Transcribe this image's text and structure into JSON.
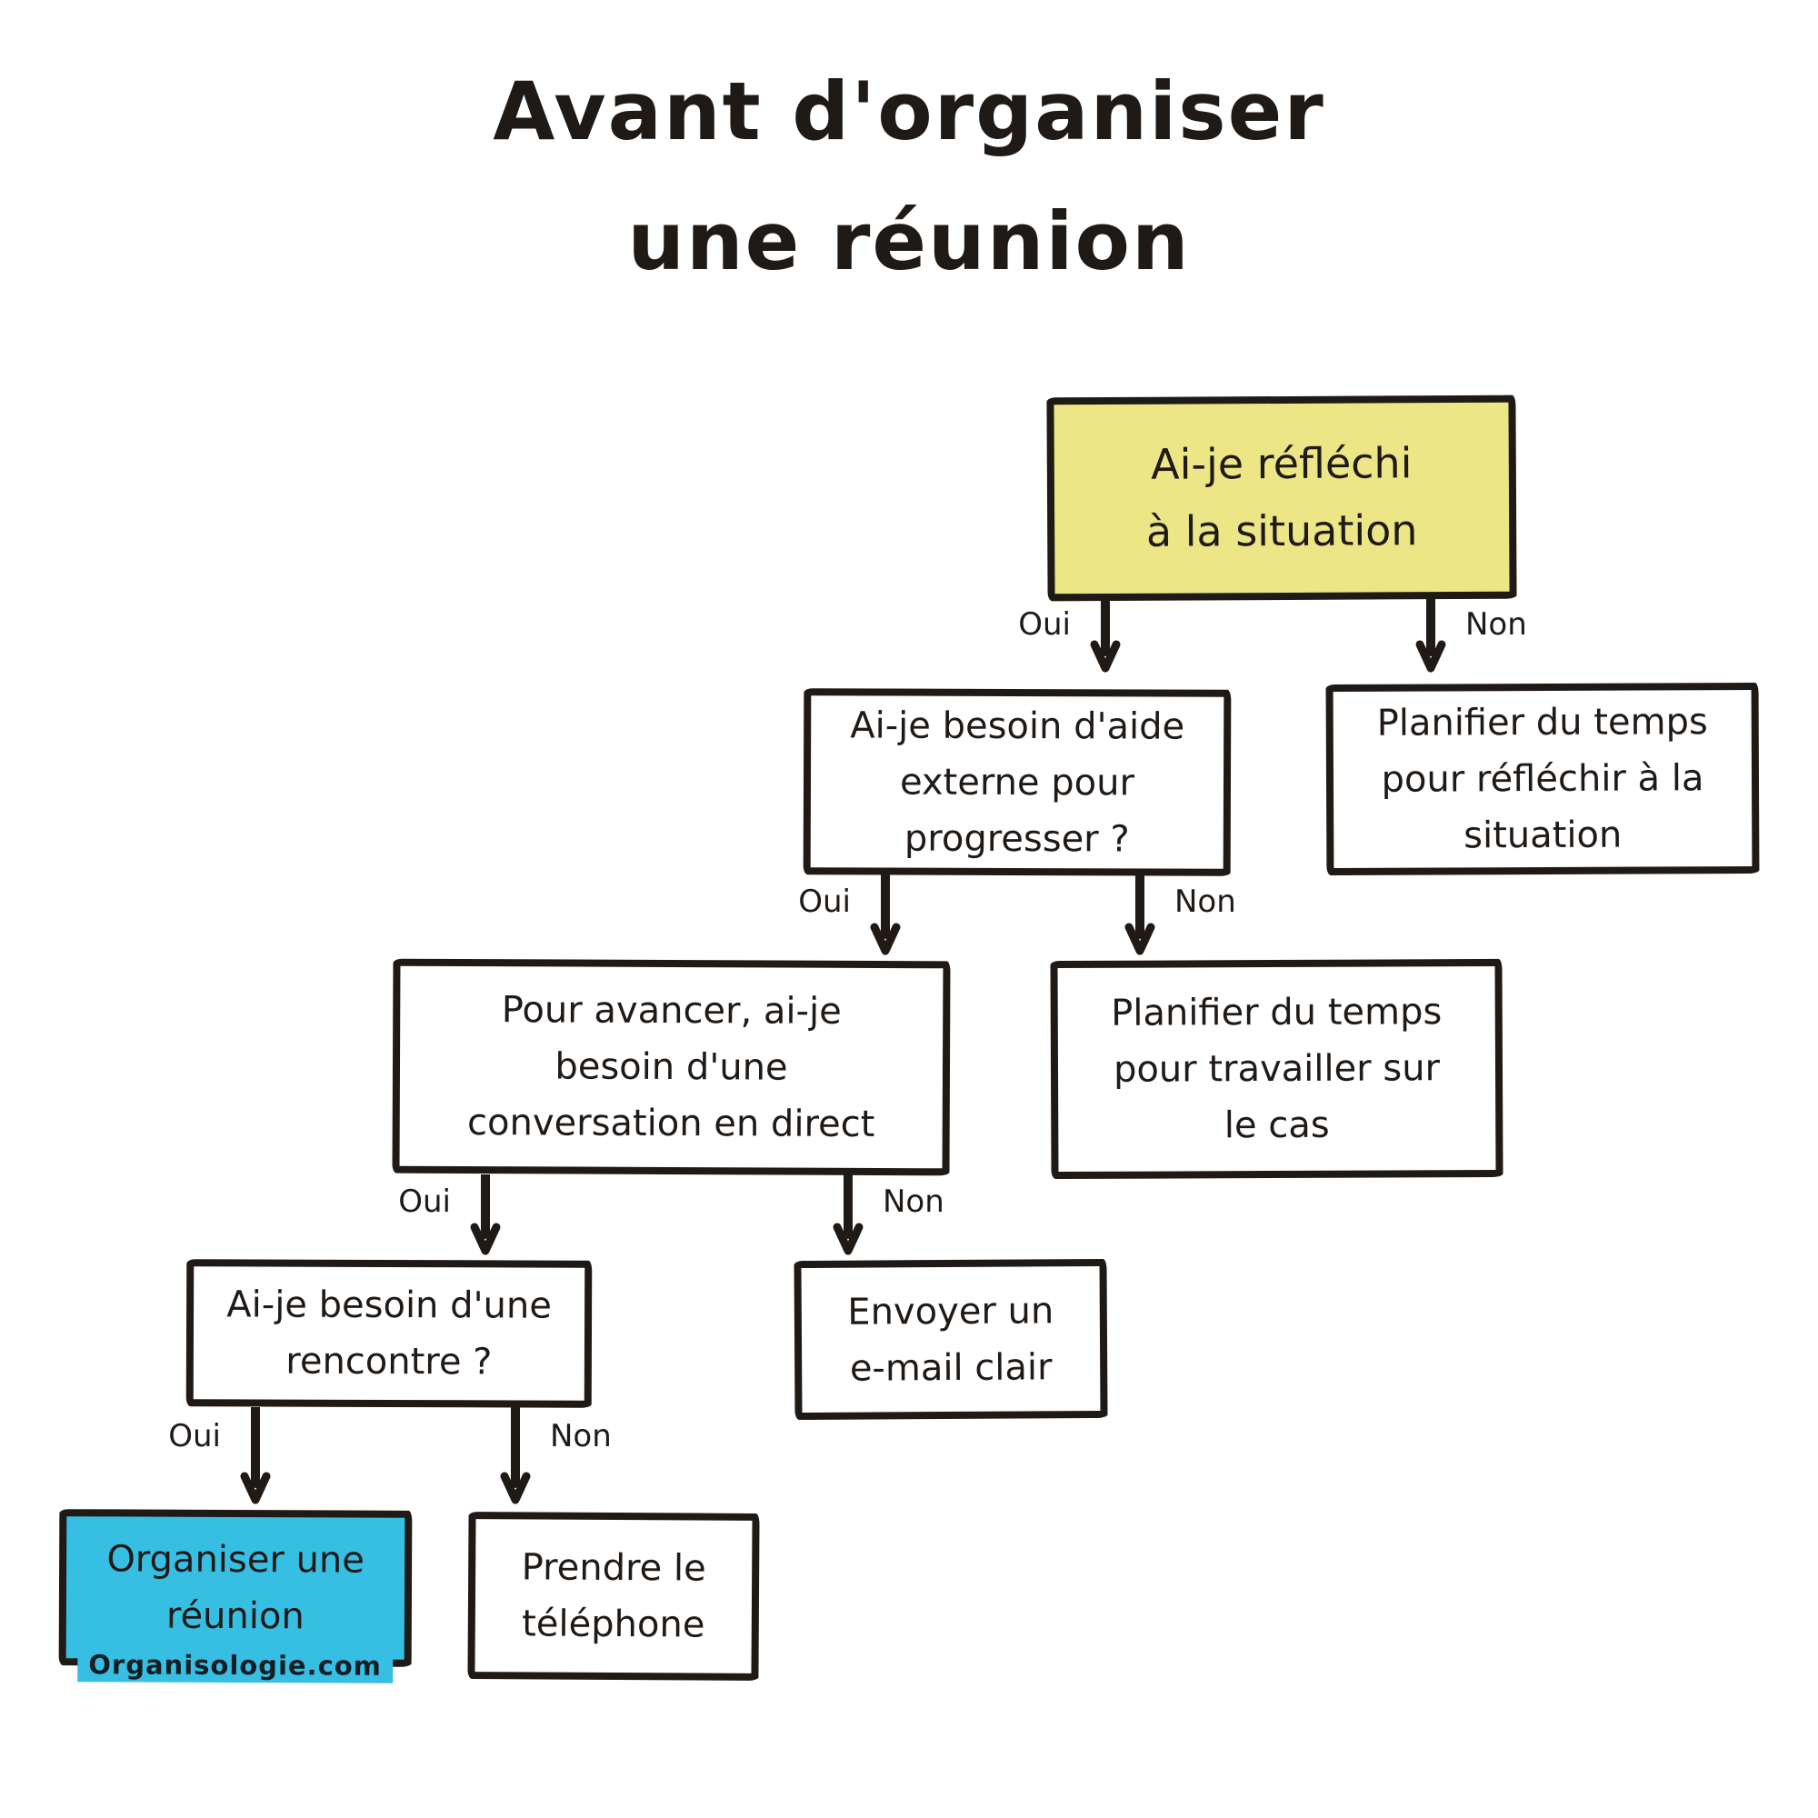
{
  "title": {
    "line1": "Avant d'organiser",
    "line2": "une réunion"
  },
  "colors": {
    "ink": "#201a17",
    "node_yellow": "#ece687",
    "node_blue": "#37bee3",
    "node_white": "#ffffff",
    "background": "#ffffff"
  },
  "nodes": [
    {
      "id": "q1",
      "variant": "yellow",
      "lines": [
        "Ai-je réfléchi",
        "à la situation"
      ]
    },
    {
      "id": "q2",
      "variant": "white",
      "lines": [
        "Ai-je besoin d'aide",
        "externe pour",
        "progresser ?"
      ]
    },
    {
      "id": "a1",
      "variant": "white",
      "lines": [
        "Planifier du temps",
        "pour réfléchir à la",
        "situation"
      ]
    },
    {
      "id": "q3",
      "variant": "white",
      "lines": [
        "Pour avancer, ai-je",
        "besoin d'une",
        "conversation en direct"
      ]
    },
    {
      "id": "a2",
      "variant": "white",
      "lines": [
        "Planifier du temps",
        "pour travailler sur",
        "le cas"
      ]
    },
    {
      "id": "q4",
      "variant": "white",
      "lines": [
        "Ai-je besoin d'une",
        "rencontre ?"
      ]
    },
    {
      "id": "a3",
      "variant": "white",
      "lines": [
        "Envoyer un",
        "e-mail clair"
      ]
    },
    {
      "id": "r1",
      "variant": "blue",
      "lines": [
        "Organiser une",
        "réunion"
      ],
      "watermark": "Organisologie.com"
    },
    {
      "id": "a4",
      "variant": "white",
      "lines": [
        "Prendre le",
        "téléphone"
      ]
    }
  ],
  "edges": [
    {
      "from": "q1",
      "to": "q2",
      "label": "Oui"
    },
    {
      "from": "q1",
      "to": "a1",
      "label": "Non"
    },
    {
      "from": "q2",
      "to": "q3",
      "label": "Oui"
    },
    {
      "from": "q2",
      "to": "a2",
      "label": "Non"
    },
    {
      "from": "q3",
      "to": "q4",
      "label": "Oui"
    },
    {
      "from": "q3",
      "to": "a3",
      "label": "Non"
    },
    {
      "from": "q4",
      "to": "r1",
      "label": "Oui"
    },
    {
      "from": "q4",
      "to": "a4",
      "label": "Non"
    }
  ]
}
